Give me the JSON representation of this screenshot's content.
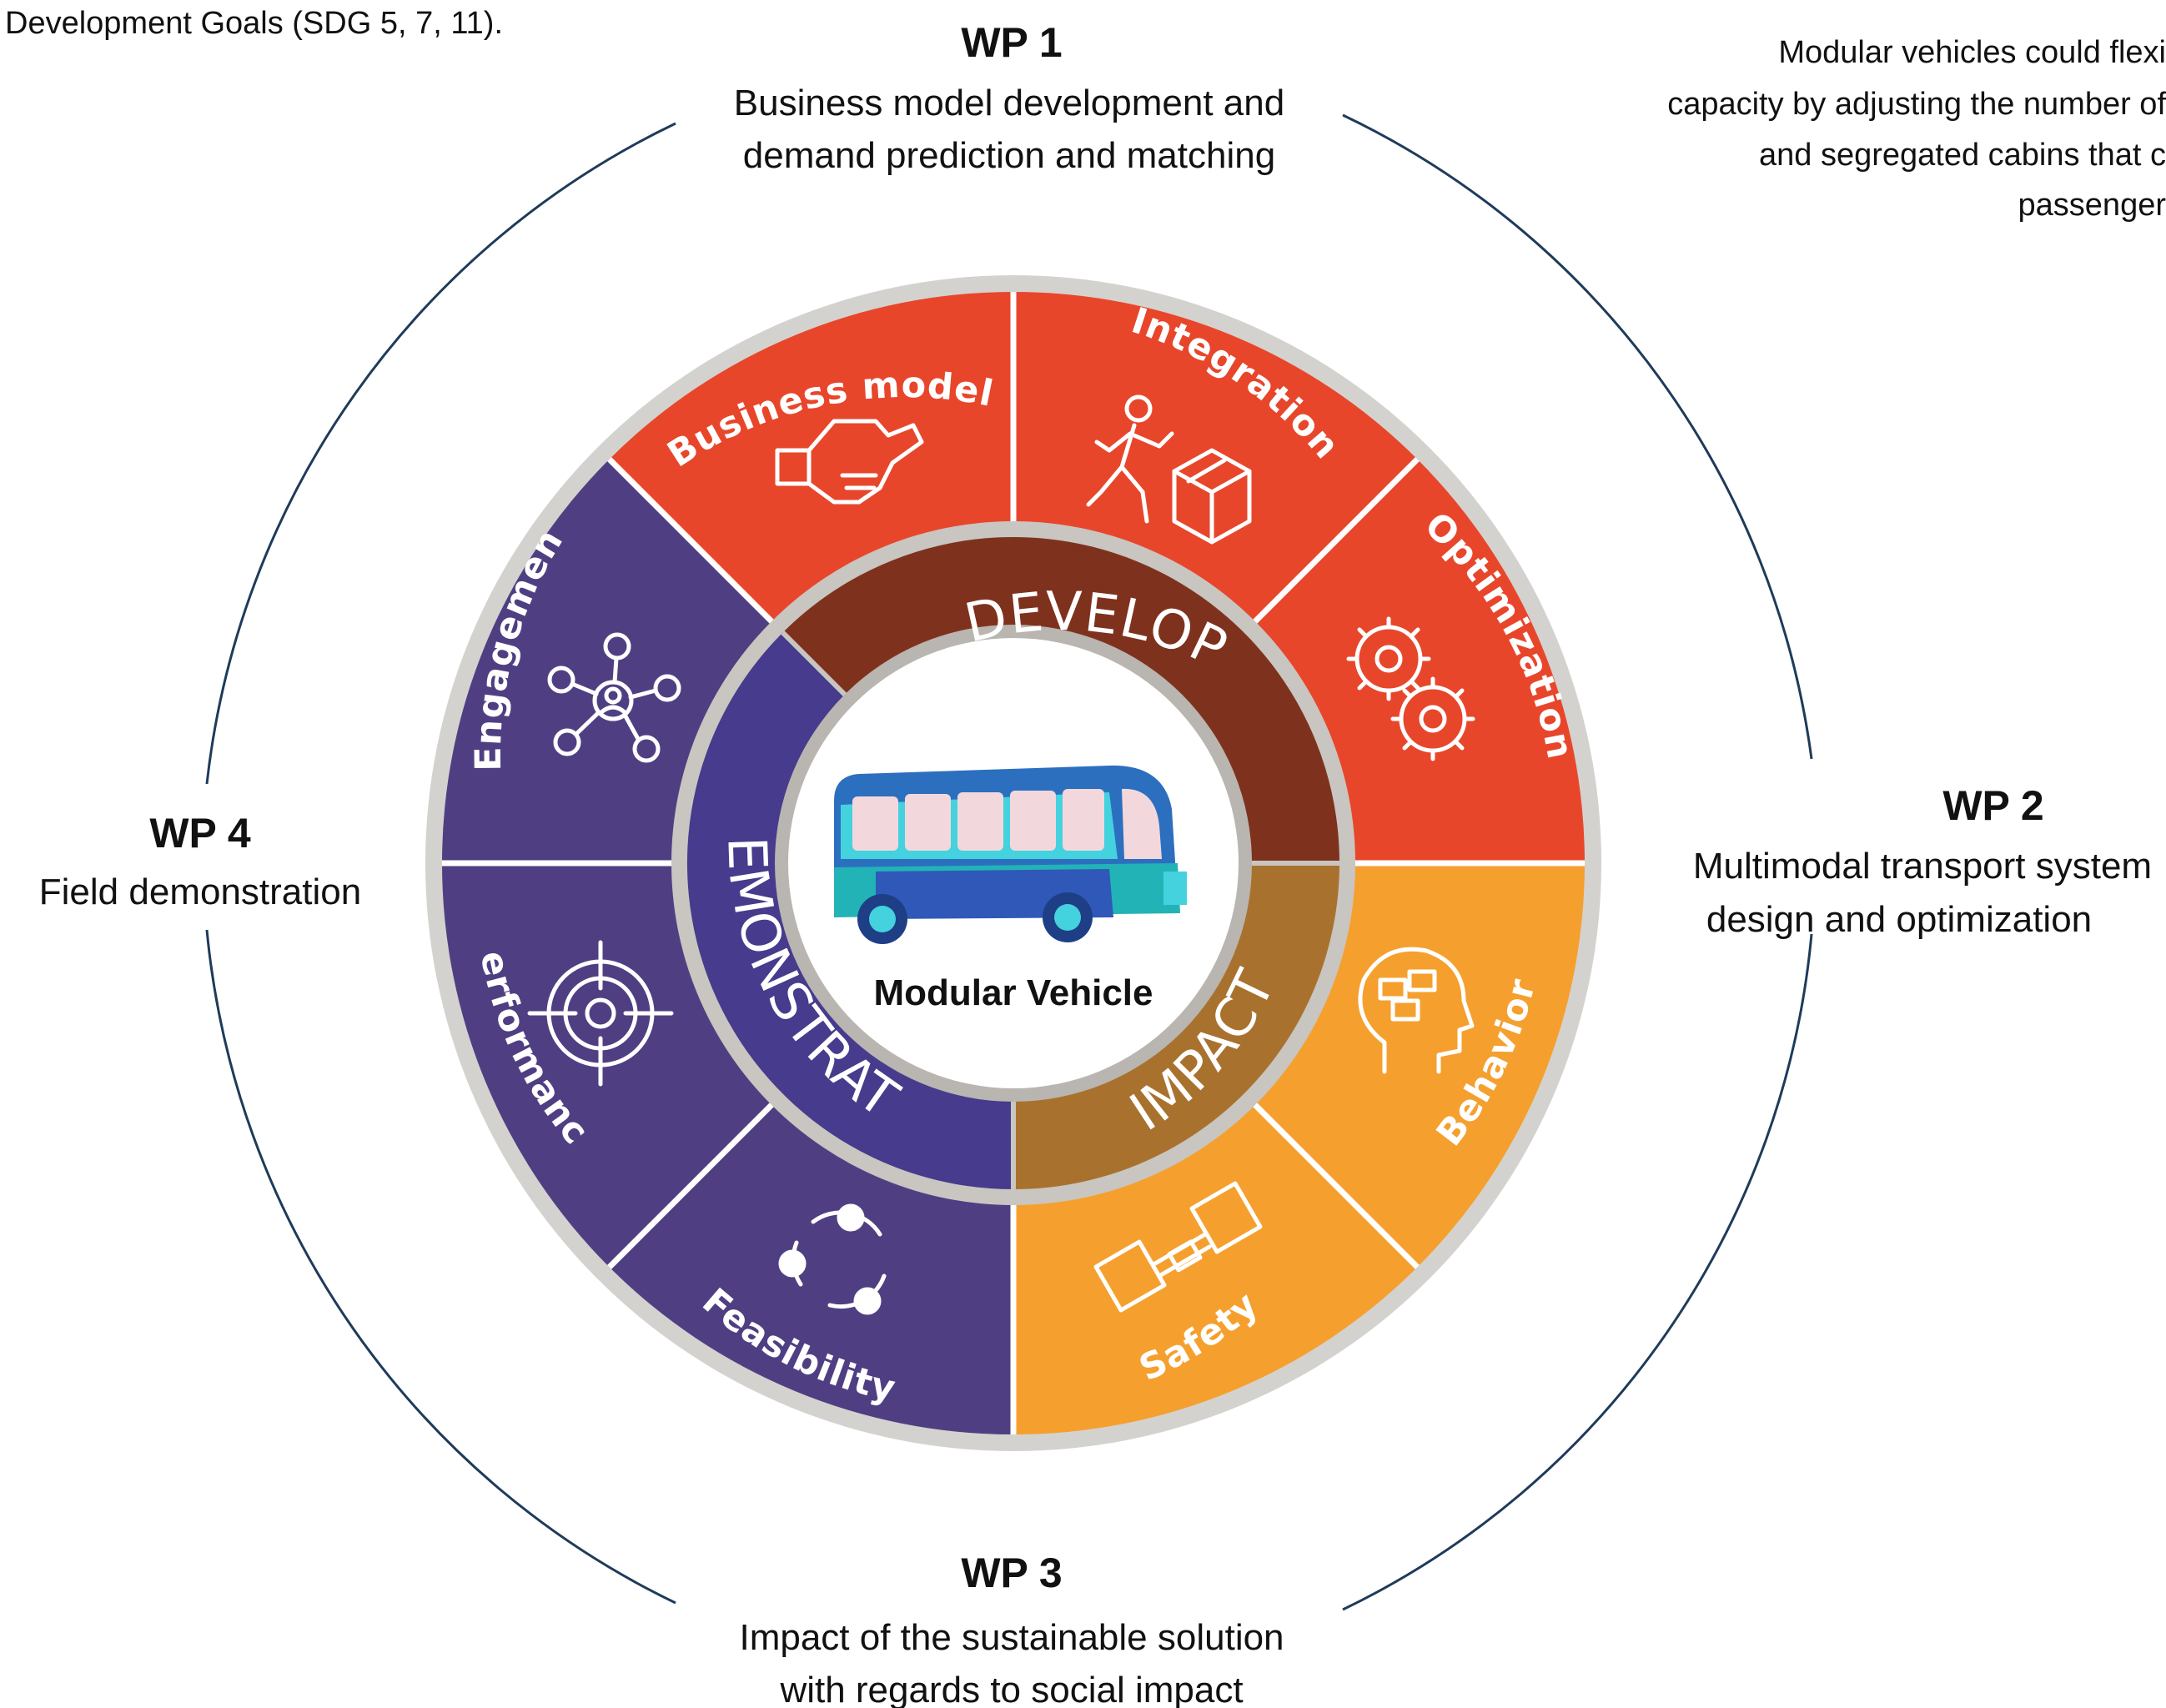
{
  "corner_texts": {
    "top_left": "Development Goals (SDG 5, 7, 11).",
    "top_right": [
      "Modular vehicles could flexi",
      "capacity by adjusting the number of",
      "and segregated cabins that c",
      "passenger"
    ]
  },
  "work_packages": [
    {
      "id": "wp1",
      "title": "WP 1",
      "lines": [
        "Business model development and",
        "demand prediction and matching"
      ]
    },
    {
      "id": "wp2",
      "title": "WP 2",
      "lines": [
        "Multimodal transport system",
        "design and optimization"
      ]
    },
    {
      "id": "wp3",
      "title": "WP 3",
      "lines": [
        "Impact of the sustainable solution",
        "with regards to social impact"
      ]
    },
    {
      "id": "wp4",
      "title": "WP 4",
      "lines": [
        "Field demonstration"
      ]
    }
  ],
  "segments": [
    {
      "id": "business-model",
      "label": "Business model",
      "color": "#E8462B",
      "icon": "handshake-icon"
    },
    {
      "id": "integration",
      "label": "Integration",
      "color": "#E8462B",
      "icon": "walking-person-box-icon"
    },
    {
      "id": "optimization",
      "label": "Optimization",
      "color": "#E8462B",
      "icon": "gears-icon"
    },
    {
      "id": "behavior",
      "label": "Behavior",
      "color": "#F5A02E",
      "icon": "head-puzzle-icon"
    },
    {
      "id": "safety",
      "label": "Safety",
      "color": "#F5A02E",
      "icon": "seatbelt-icon"
    },
    {
      "id": "feasibility",
      "label": "Feasibility",
      "color": "#4F3F82",
      "icon": "cycle-nodes-icon"
    },
    {
      "id": "performance",
      "label": "Performance",
      "color": "#4F3F82",
      "icon": "target-icon"
    },
    {
      "id": "engagement",
      "label": "Engagement",
      "color": "#4F3F82",
      "icon": "network-people-icon"
    }
  ],
  "phases": [
    {
      "id": "develop",
      "label": "DEVELOP",
      "color": "#7E321E"
    },
    {
      "id": "impact",
      "label": "IMPACT",
      "color": "#A8722E"
    },
    {
      "id": "demonstrate",
      "label": "DEMONSTRATE",
      "color": "#463B8C"
    }
  ],
  "center": {
    "label": "Modular Vehicle",
    "icon": "bus-icon"
  },
  "colors": {
    "ring_gray": "#D4D2CE",
    "outer_line": "#1F3B5A",
    "divider": "#ffffff"
  }
}
